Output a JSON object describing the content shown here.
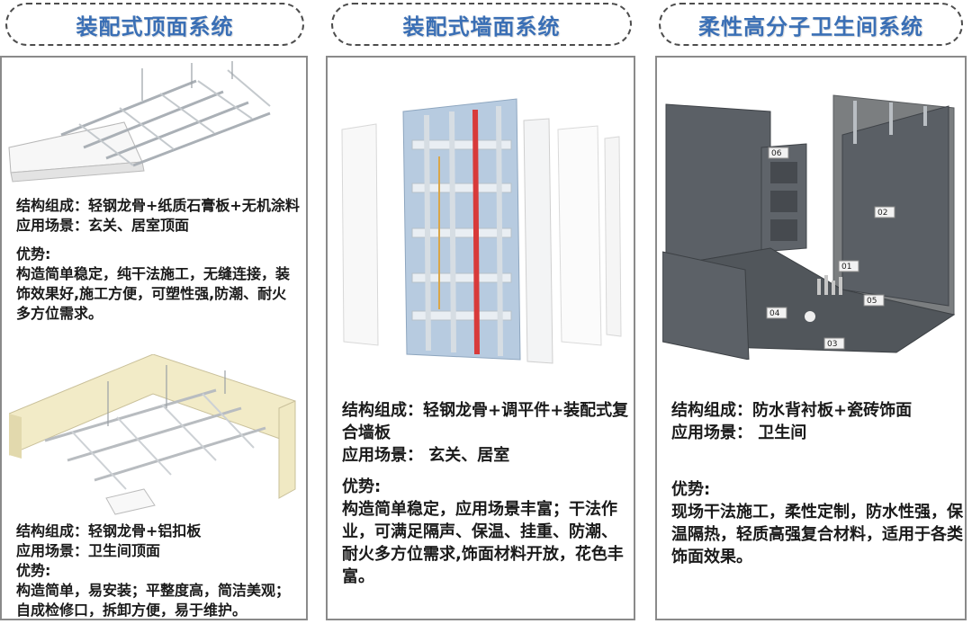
{
  "tabs": [
    {
      "title": "装配式顶面系统"
    },
    {
      "title": "装配式墙面系统"
    },
    {
      "title": "柔性高分子卫生间系统"
    }
  ],
  "ceiling": {
    "block1": {
      "structure": "结构组成：轻钢龙骨+纸质石膏板+无机涂料",
      "scene": "应用场景：玄关、居室顶面",
      "adv_label": "优势:",
      "adv": "构造简单稳定，纯干法施工，无缝连接，装饰效果好,施工方便，可塑性强,防潮、耐火多方位需求。"
    },
    "block2": {
      "structure": "结构组成：轻钢龙骨+铝扣板",
      "scene": "应用场景：卫生间顶面",
      "adv_label": "优势:",
      "adv": "构造简单，易安装；平整度高，简洁美观；自成检修口，拆卸方便，易于维护。"
    }
  },
  "wall": {
    "structure": "结构组成：轻钢龙骨+调平件+装配式复合墙板",
    "scene": "应用场景：  玄关、居室",
    "adv_label": "优势:",
    "adv": "构造简单稳定，应用场景丰富；干法作业，可满足隔声、保温、挂重、防潮、耐火多方位需求,饰面材料开放，花色丰富。"
  },
  "bath": {
    "structure": "结构组成：防水背衬板+瓷砖饰面",
    "scene": "应用场景：  卫生间",
    "adv_label": "优势:",
    "adv": "现场干法施工，柔性定制，防水性强，保温隔热，轻质高强复合材料，适用于各类饰面效果。",
    "labels": [
      "06",
      "02",
      "01",
      "05",
      "04",
      "03"
    ]
  },
  "colors": {
    "accent": "#3a6fb5",
    "border": "#8a8a8a",
    "board": "#555b61",
    "frame": "#c8cdd2",
    "wall_yellow": "#f0e9c3",
    "stud_red": "#d83a3a"
  }
}
